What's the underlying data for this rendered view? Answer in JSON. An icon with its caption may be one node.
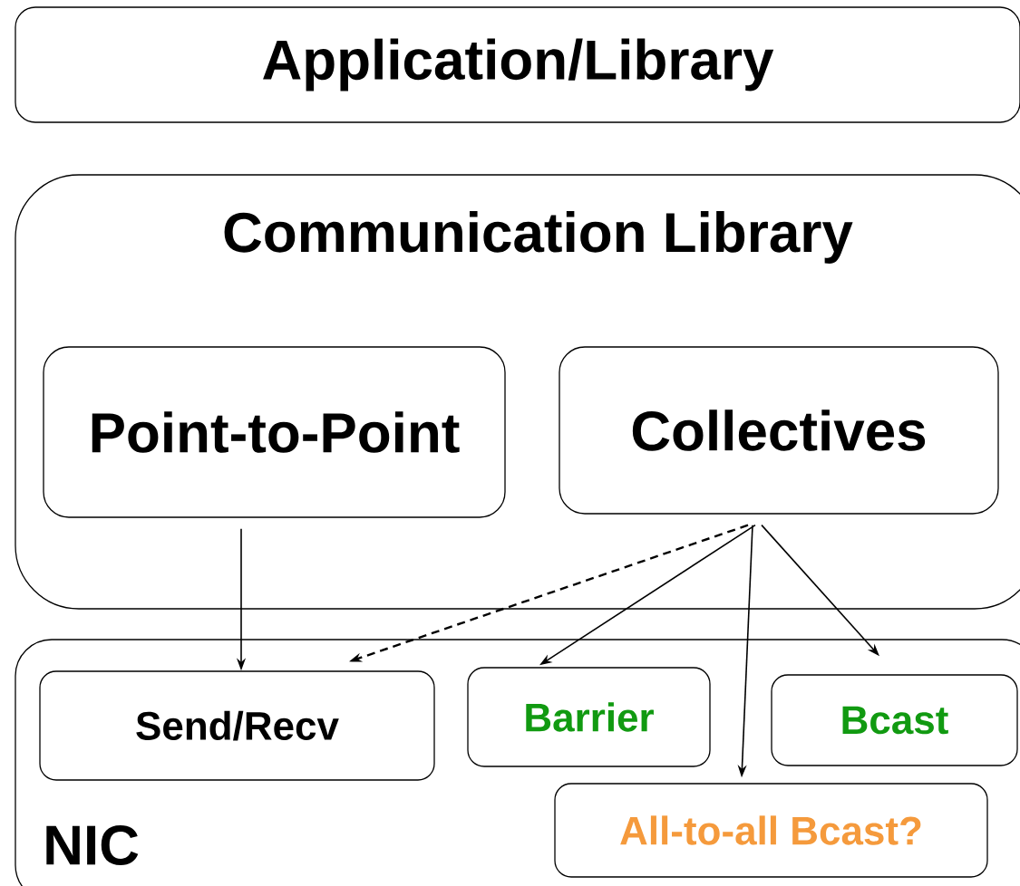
{
  "diagram": {
    "nodes": [
      {
        "text": [
          "Application/Library"
        ]
      },
      {
        "text": [
          "Communication Library"
        ]
      },
      {
        "text": [
          "Point-to-Point"
        ],
        "in": 1
      },
      {
        "text": [
          "Collectives"
        ],
        "in": 1
      },
      {
        "text": [
          "NIC"
        ]
      },
      {
        "text": [
          "Send/Recv"
        ],
        "in": 4
      },
      {
        "text": [
          "Barrier"
        ],
        "in": 4
      },
      {
        "text": [
          "Bcast"
        ],
        "in": 4
      },
      {
        "text": [
          "All-to-all Bcast?"
        ],
        "in": 4
      }
    ],
    "edges": [
      {
        "from": 2,
        "to": 5,
        "arrow": "to"
      },
      {
        "from": 3,
        "to": 5,
        "arrow": "to",
        "style": "dashed"
      },
      {
        "from": 3,
        "to": 6,
        "arrow": "to"
      },
      {
        "from": 3,
        "to": 8,
        "arrow": "to"
      },
      {
        "from": 3,
        "to": 7,
        "arrow": "to"
      }
    ]
  }
}
